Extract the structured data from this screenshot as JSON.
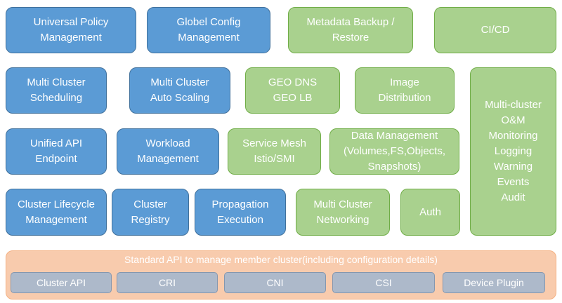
{
  "row1": {
    "universal_policy": "Universal Policy\nManagement",
    "globel_config": "Globel Config\nManagement",
    "metadata_backup": "Metadata Backup /\nRestore",
    "cicd": "CI/CD"
  },
  "row2": {
    "multi_cluster_scheduling": "Multi Cluster\nScheduling",
    "multi_cluster_autoscaling": "Multi Cluster\nAuto Scaling",
    "geo": "GEO DNS\nGEO LB",
    "image_distribution": "Image\nDistribution"
  },
  "row3": {
    "unified_api": "Unified API\nEndpoint",
    "workload_management": "Workload\nManagement",
    "service_mesh": "Service Mesh\nIstio/SMI",
    "data_management": "Data Management\n(Volumes,FS,Objects,\nSnapshots)"
  },
  "row4": {
    "cluster_lifecycle": "Cluster Lifecycle\nManagement",
    "cluster_registry": "Cluster\nRegistry",
    "propagation": "Propagation\nExecution",
    "multi_cluster_networking": "Multi Cluster\nNetworking",
    "auth": "Auth"
  },
  "om": "Multi-cluster\nO&M\nMonitoring\nLogging\nWarning\nEvents\nAudit",
  "standard_api": {
    "title": "Standard API to manage member cluster(including configuration details)",
    "items": [
      "Cluster API",
      "CRI",
      "CNI",
      "CSI",
      "Device Plugin"
    ]
  },
  "colors": {
    "blue_fill": "#5b9bd5",
    "green_fill": "#a9d18e",
    "orange_fill": "#f8cbad",
    "gray_fill": "#adb9ca"
  }
}
